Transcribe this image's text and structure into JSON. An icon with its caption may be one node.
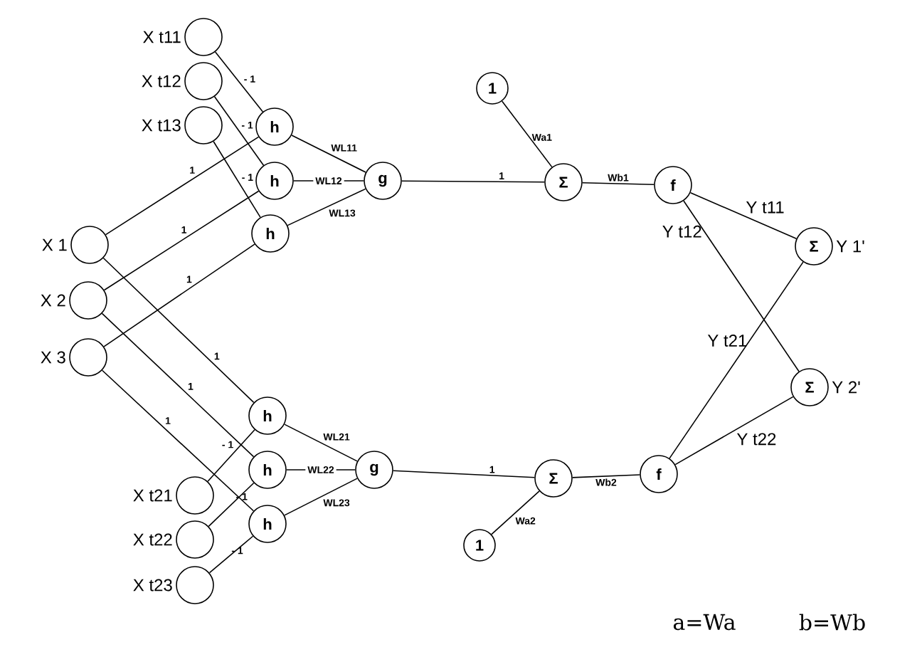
{
  "diagram": {
    "nodes": [
      {
        "text": [],
        "shape": "circle",
        "beside": [
          "X t11"
        ]
      },
      {
        "text": [],
        "shape": "circle",
        "beside": [
          "X t12"
        ]
      },
      {
        "text": [],
        "shape": "circle",
        "beside": [
          "X t13"
        ]
      },
      {
        "text": [
          "h"
        ]
      },
      {
        "text": [
          "h"
        ]
      },
      {
        "text": [
          "h"
        ]
      },
      {
        "text": [
          "g"
        ]
      },
      {
        "text": [
          "1"
        ]
      },
      {
        "text": [
          "Σ"
        ]
      },
      {
        "text": [
          "f"
        ]
      },
      {
        "text": [],
        "shape": "circle",
        "beside": [
          "X 1"
        ]
      },
      {
        "text": [],
        "shape": "circle",
        "beside": [
          "X 2"
        ]
      },
      {
        "text": [],
        "shape": "circle",
        "beside": [
          "X 3"
        ]
      },
      {
        "text": [
          "Σ"
        ],
        "beside": [
          "Y 1'"
        ]
      },
      {
        "text": [
          "Σ"
        ],
        "beside": [
          "Y 2'"
        ]
      },
      {
        "text": [
          "h"
        ]
      },
      {
        "text": [
          "h"
        ]
      },
      {
        "text": [
          "h"
        ]
      },
      {
        "text": [
          "g"
        ]
      },
      {
        "text": [
          "Σ"
        ]
      },
      {
        "text": [
          "f"
        ]
      },
      {
        "text": [
          "1"
        ]
      },
      {
        "text": [],
        "shape": "circle",
        "beside": [
          "X t21"
        ]
      },
      {
        "text": [],
        "shape": "circle",
        "beside": [
          "X t22"
        ]
      },
      {
        "text": [],
        "shape": "circle",
        "beside": [
          "X t23"
        ]
      }
    ],
    "edges": [
      {
        "from": 0,
        "to": 3,
        "arrow": "none",
        "label": "- 1"
      },
      {
        "from": 1,
        "to": 4,
        "arrow": "none",
        "label": "- 1"
      },
      {
        "from": 2,
        "to": 5,
        "arrow": "none",
        "label": "- 1"
      },
      {
        "from": 10,
        "to": 3,
        "arrow": "none",
        "label": "1"
      },
      {
        "from": 11,
        "to": 4,
        "arrow": "none",
        "label": "1"
      },
      {
        "from": 12,
        "to": 5,
        "arrow": "none",
        "label": "1"
      },
      {
        "from": 10,
        "to": 15,
        "arrow": "none",
        "label": "1"
      },
      {
        "from": 11,
        "to": 16,
        "arrow": "none",
        "label": "1"
      },
      {
        "from": 12,
        "to": 17,
        "arrow": "none",
        "label": "1"
      },
      {
        "from": 22,
        "to": 15,
        "arrow": "none",
        "label": "- 1"
      },
      {
        "from": 23,
        "to": 16,
        "arrow": "none",
        "label": "- 1"
      },
      {
        "from": 24,
        "to": 17,
        "arrow": "none",
        "label": "- 1"
      },
      {
        "from": 3,
        "to": 6,
        "arrow": "none",
        "label": "WL11"
      },
      {
        "from": 4,
        "to": 6,
        "arrow": "none",
        "label": "WL12"
      },
      {
        "from": 5,
        "to": 6,
        "arrow": "none",
        "label": "WL13"
      },
      {
        "from": 15,
        "to": 18,
        "arrow": "none",
        "label": "WL21"
      },
      {
        "from": 16,
        "to": 18,
        "arrow": "none",
        "label": "WL22"
      },
      {
        "from": 17,
        "to": 18,
        "arrow": "none",
        "label": "WL23"
      },
      {
        "from": 6,
        "to": 8,
        "arrow": "none",
        "label": "1"
      },
      {
        "from": 7,
        "to": 8,
        "arrow": "none",
        "label": "Wa1"
      },
      {
        "from": 8,
        "to": 9,
        "arrow": "none",
        "label": "Wb1"
      },
      {
        "from": 18,
        "to": 19,
        "arrow": "none",
        "label": "1"
      },
      {
        "from": 21,
        "to": 19,
        "arrow": "none",
        "label": "Wa2"
      },
      {
        "from": 19,
        "to": 20,
        "arrow": "none",
        "label": "Wb2"
      },
      {
        "from": 9,
        "to": 13,
        "arrow": "none",
        "label": "Y t11"
      },
      {
        "from": 9,
        "to": 14,
        "arrow": "none",
        "label": "Y t12"
      },
      {
        "from": 20,
        "to": 13,
        "arrow": "none",
        "label": "Y t21"
      },
      {
        "from": 20,
        "to": 14,
        "arrow": "none",
        "label": "Y t22"
      }
    ],
    "labels": [
      "a=Wa",
      "b=Wb"
    ]
  }
}
